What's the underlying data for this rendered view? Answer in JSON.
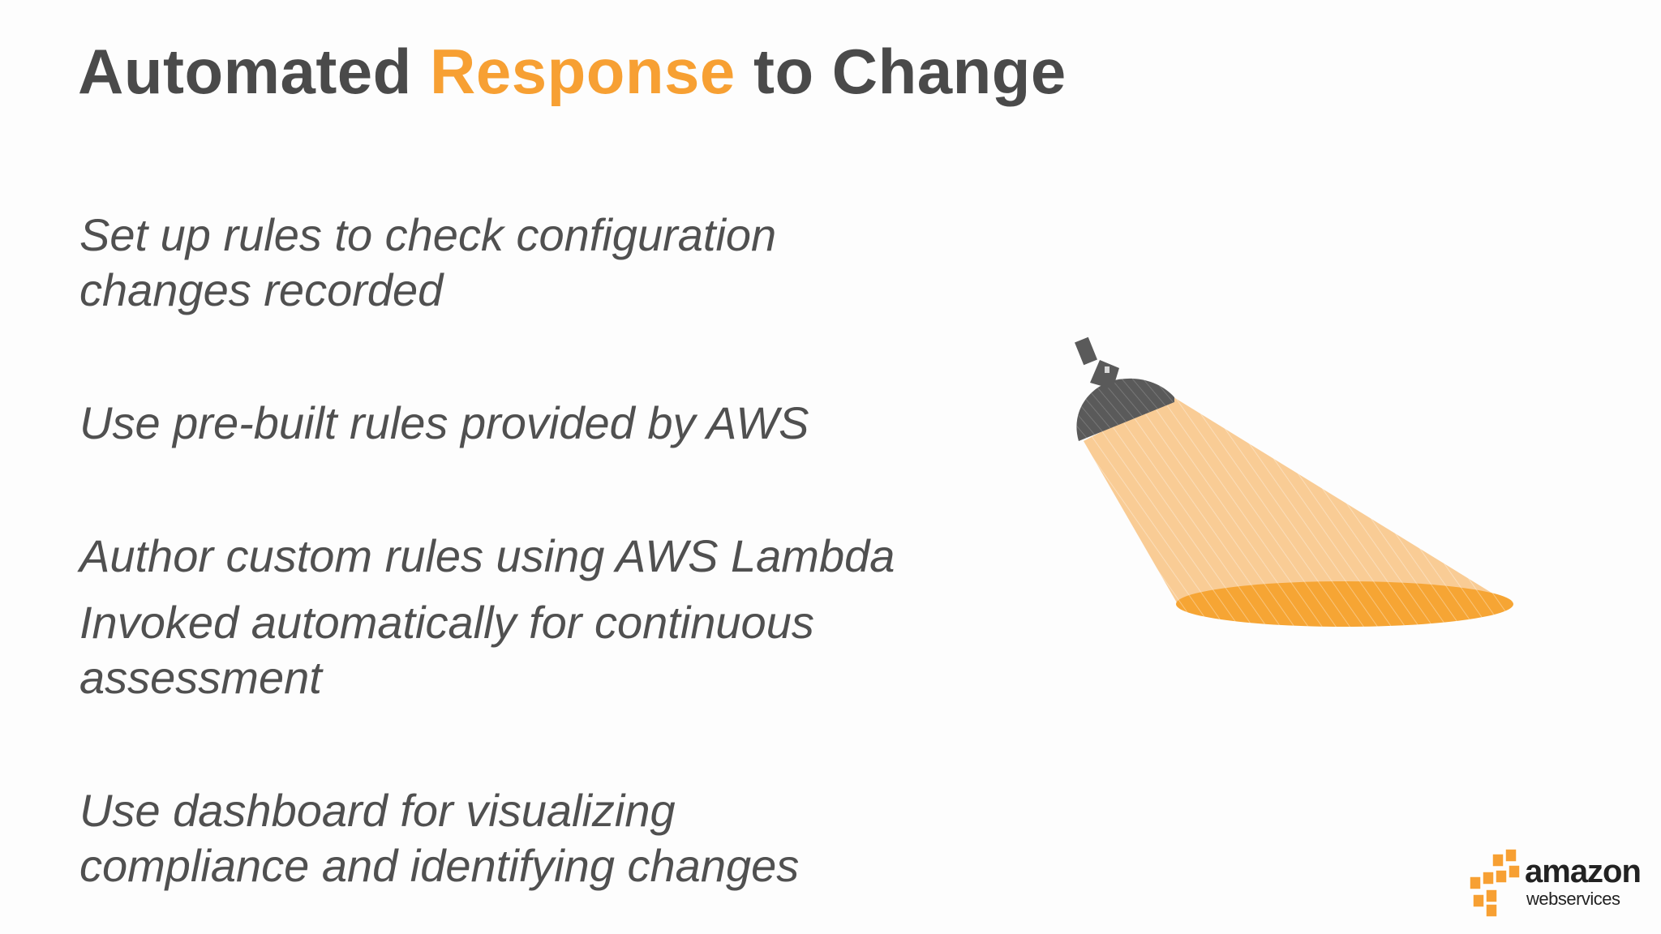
{
  "title": {
    "part1": "Automated ",
    "accent": "Response",
    "part2": " to Change"
  },
  "bullets": [
    {
      "line1": "Set up rules to check configuration",
      "line2": "changes recorded"
    },
    {
      "line1": "Use pre-built rules provided by AWS"
    },
    {
      "line1": "Author custom rules using AWS Lambda"
    },
    {
      "line1": "Invoked automatically for continuous",
      "line2": "assessment"
    },
    {
      "line1": "Use dashboard for visualizing",
      "line2": "compliance and identifying changes"
    }
  ],
  "illustration": {
    "icon": "spotlight-icon",
    "beam_color": "#f9cc95",
    "pool_color": "#f6a534",
    "lamp_color": "#5a5a5a"
  },
  "logo": {
    "word": "amazon",
    "sub": "webservices",
    "icon": "aws-cubes-icon",
    "cube_color": "#f7a033"
  },
  "colors": {
    "title": "#4a4a4a",
    "accent": "#f7a033",
    "body_text": "#505050"
  }
}
